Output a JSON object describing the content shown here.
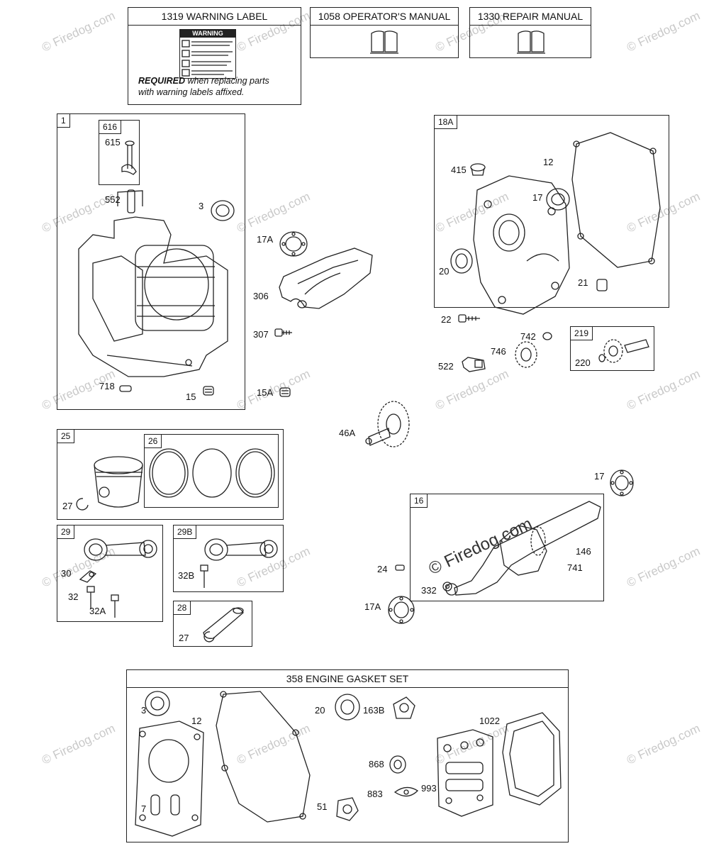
{
  "watermark": "© Firedog.com",
  "copyright_big": "© Firedog.com",
  "header_boxes": {
    "warning": {
      "title": "1319 WARNING LABEL",
      "sticker_heading": "WARNING",
      "note_bold": "REQUIRED",
      "note_rest": " when replacing parts",
      "note_line2": "with warning labels affixed."
    },
    "operators": {
      "title": "1058 OPERATOR'S MANUAL"
    },
    "repair": {
      "title": "1330 REPAIR MANUAL"
    }
  },
  "groups": {
    "g1": "1",
    "g616": "616",
    "g18a": "18A",
    "g219": "219",
    "g25": "25",
    "g26": "26",
    "g29": "29",
    "g29b": "29B",
    "g28": "28",
    "g16": "16"
  },
  "gasket_set": {
    "title": "358 ENGINE GASKET SET"
  },
  "callouts": {
    "c615": "615",
    "c552": "552",
    "c3": "3",
    "c718": "718",
    "c15": "15",
    "c17a_top": "17A",
    "c306": "306",
    "c307": "307",
    "c15a": "15A",
    "c415": "415",
    "c12": "12",
    "c17_18a": "17",
    "c20": "20",
    "c21": "21",
    "c22": "22",
    "c742": "742",
    "c746": "746",
    "c522": "522",
    "c220": "220",
    "c46a": "46A",
    "c27_25": "27",
    "c30": "30",
    "c32": "32",
    "c32a": "32A",
    "c32b": "32B",
    "c27_28": "27",
    "c17_right": "17",
    "c146": "146",
    "c741": "741",
    "c24": "24",
    "c332": "332",
    "c17a_bottom": "17A",
    "g_3": "3",
    "g_12": "12",
    "g_20": "20",
    "g_163b": "163B",
    "g_1022": "1022",
    "g_868": "868",
    "g_883": "883",
    "g_993": "993",
    "g_7": "7",
    "g_51": "51"
  }
}
